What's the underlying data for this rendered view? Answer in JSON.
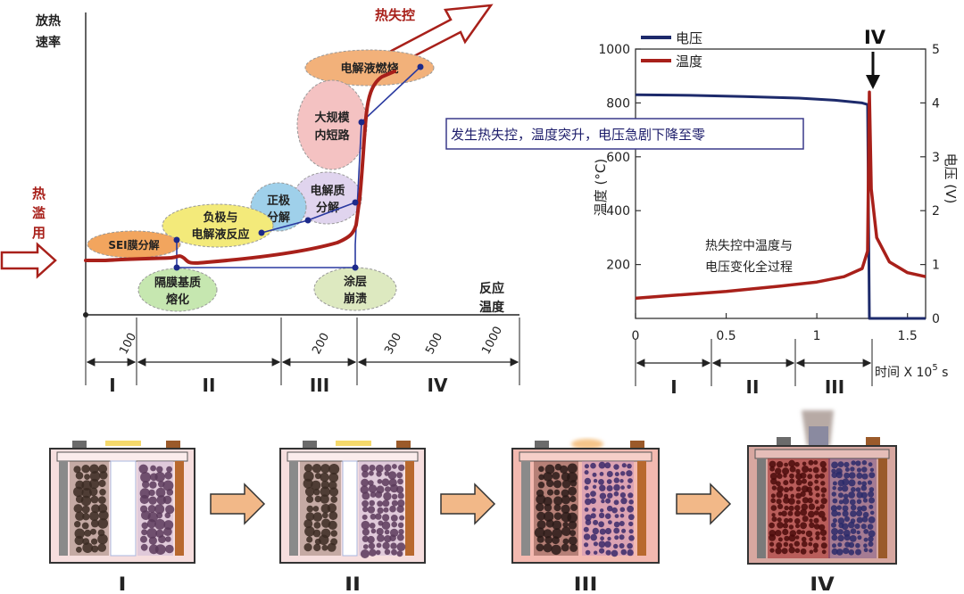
{
  "left_chart": {
    "y_label_line1": "放热",
    "y_label_line2": "速率",
    "x_label_line1": "反应",
    "x_label_line2": "温度",
    "trigger_line1": "热",
    "trigger_line2": "滥",
    "trigger_line3": "用",
    "runaway_label": "热失控",
    "ticks": [
      "100",
      "200",
      "300",
      "500",
      "1000"
    ],
    "stages": [
      "I",
      "II",
      "III",
      "IV"
    ],
    "bubbles": {
      "sei": "SEI膜分解",
      "anode_line1": "负极与",
      "anode_line2": "电解液反应",
      "cathode_line1": "正极",
      "cathode_line2": "分解",
      "electrolyte_line1": "电解质",
      "electrolyte_line2": "分解",
      "short_line1": "大规模",
      "short_line2": "内短路",
      "combustion": "电解液燃烧",
      "separator_line1": "隔膜基质",
      "separator_line2": "熔化",
      "coating_line1": "涂层",
      "coating_line2": "崩溃"
    }
  },
  "right_chart": {
    "legend_voltage": "电压",
    "legend_temperature": "温度",
    "y_left_label": "温度 (°C)",
    "y_right_label": "电压 (V)",
    "x_label": "时间 X 10",
    "x_label_exp": "5",
    "x_label_unit": " s",
    "stage_marker": "IV",
    "callout": "发生热失控，温度突升，电压急剧下降至零",
    "inner_line1": "热失控中温度与",
    "inner_line2": "电压变化全过程",
    "stages": [
      "I",
      "II",
      "III"
    ],
    "colors": {
      "voltage": "#1d2a6b",
      "temperature": "#a8201a"
    }
  },
  "bottom_stages": [
    "I",
    "II",
    "III",
    "IV"
  ],
  "chart_data": {
    "type": "line",
    "x_unit": "x10^5 s",
    "xlim": [
      0,
      1.6
    ],
    "x_ticks": [
      0,
      0.5,
      1,
      1.5
    ],
    "y_left_label": "温度 (°C)",
    "ylim_left": [
      0,
      1000
    ],
    "y_left_ticks": [
      200,
      400,
      600,
      800,
      1000
    ],
    "y_right_label": "电压 (V)",
    "ylim_right": [
      0,
      5
    ],
    "y_right_ticks": [
      0,
      1,
      2,
      3,
      4,
      5
    ],
    "series": [
      {
        "name": "电压",
        "axis": "right",
        "x": [
          0,
          0.3,
          0.6,
          0.9,
          1.1,
          1.25,
          1.28,
          1.29,
          1.6
        ],
        "values": [
          4.15,
          4.14,
          4.12,
          4.09,
          4.05,
          4.0,
          3.97,
          0,
          0
        ]
      },
      {
        "name": "温度",
        "axis": "left",
        "x": [
          0,
          0.2,
          0.5,
          0.8,
          1.0,
          1.15,
          1.25,
          1.28,
          1.29,
          1.3,
          1.33,
          1.4,
          1.5,
          1.6
        ],
        "values": [
          75,
          85,
          100,
          120,
          135,
          155,
          185,
          250,
          840,
          480,
          300,
          210,
          170,
          155
        ]
      }
    ]
  }
}
